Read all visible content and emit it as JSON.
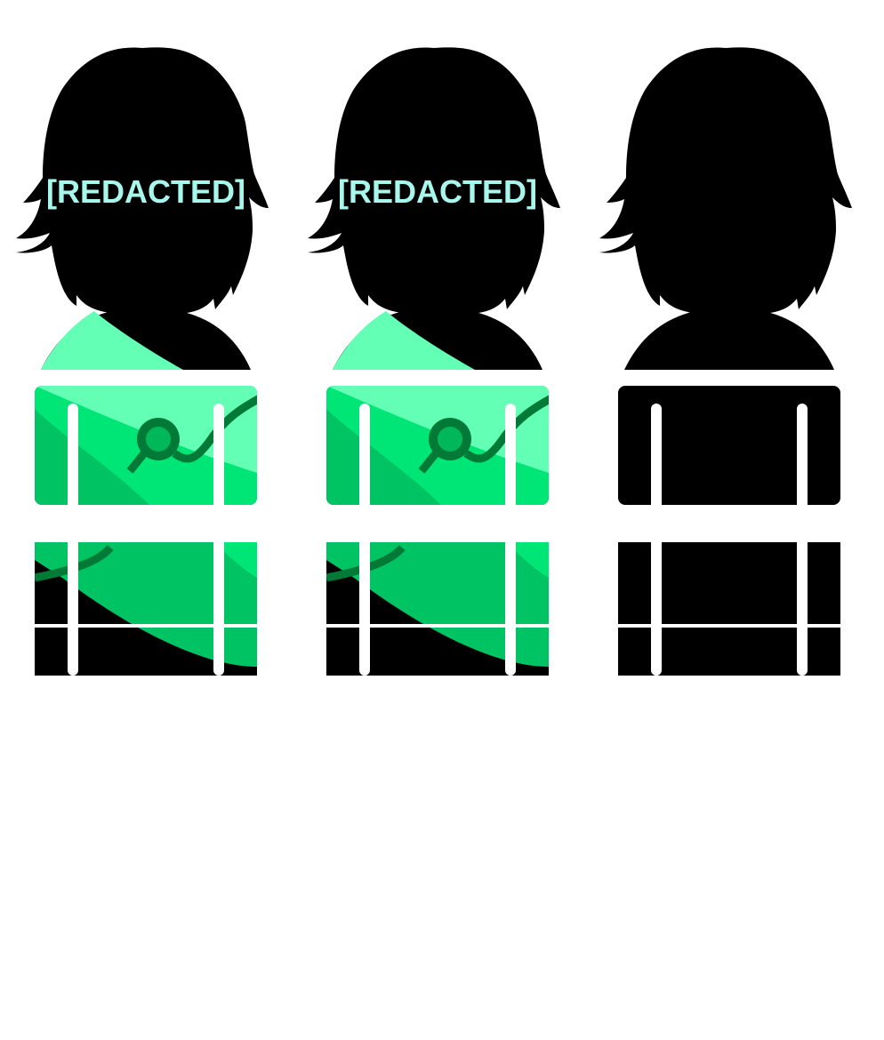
{
  "figures": [
    {
      "label": "[REDACTED]",
      "pattern": "green-map"
    },
    {
      "label": "[REDACTED]",
      "pattern": "green-map"
    },
    {
      "label": "",
      "pattern": "solid"
    }
  ],
  "colors": {
    "silhouette": "#000000",
    "label_text": "#a8f7ec",
    "background": "#ffffff",
    "green_light": "#62ffb4",
    "green_mid": "#00e676",
    "green_dark": "#00c464",
    "green_deep": "#007a36",
    "marker_fill": "#00b85a"
  }
}
